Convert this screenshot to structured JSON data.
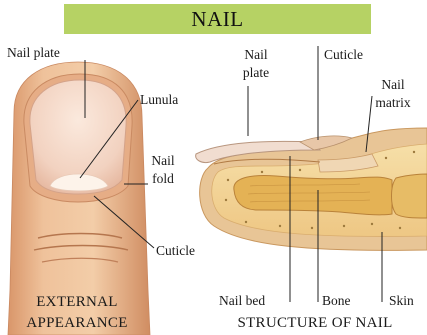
{
  "title": "NAIL",
  "colors": {
    "title_bg": "#b6d264",
    "skin": "#e9b98f",
    "nail_plate": "#f6dcc9",
    "tissue": "#f2d79e",
    "bone": "#e4b255"
  },
  "external": {
    "labels": {
      "nail_plate": "Nail plate",
      "lunula": "Lunula",
      "nail_fold_1": "Nail",
      "nail_fold_2": "fold",
      "cuticle": "Cuticle"
    },
    "caption_1": "EXTERNAL",
    "caption_2": "APPEARANCE"
  },
  "structure": {
    "labels": {
      "nail_plate_1": "Nail",
      "nail_plate_2": "plate",
      "cuticle": "Cuticle",
      "nail_matrix_1": "Nail",
      "nail_matrix_2": "matrix",
      "nail_bed": "Nail bed",
      "bone": "Bone",
      "skin": "Skin"
    },
    "caption": "STRUCTURE OF NAIL"
  }
}
